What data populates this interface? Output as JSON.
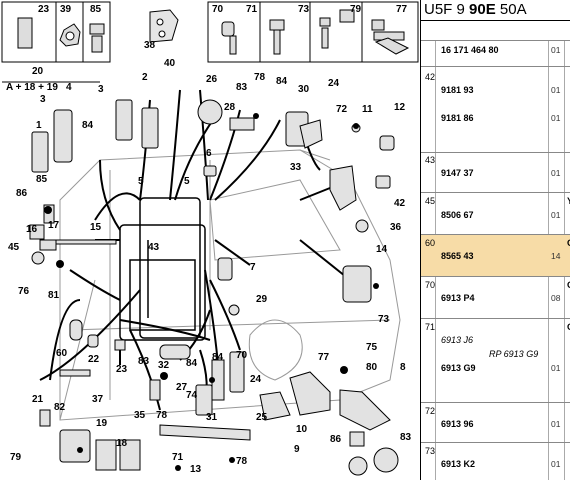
{
  "header": {
    "prefix": "U5F 9 ",
    "bold": "90E",
    "suffix": " 50A"
  },
  "rows": [
    {
      "idx": "",
      "code": "16 171 464 80",
      "qty": "01",
      "edge": ""
    },
    {
      "idx": "42",
      "code": "9181 93",
      "qty": "01",
      "edge": ""
    },
    {
      "idx": "",
      "code": "9181 86",
      "qty": "01",
      "edge": ""
    },
    {
      "idx": "43",
      "code": "9147 37",
      "qty": "01",
      "edge": ""
    },
    {
      "idx": "45",
      "code": "8506 67",
      "qty": "01",
      "edge": "Y"
    },
    {
      "idx": "60",
      "code": "8565 43",
      "qty": "14",
      "edge": "C"
    },
    {
      "idx": "70",
      "code": "6913 P4",
      "qty": "08",
      "edge": "C"
    },
    {
      "idx": "71",
      "code": "6913 J6",
      "rp": "RP 6913 G9",
      "code2": "6913 G9",
      "qty": "01",
      "edge": "C"
    },
    {
      "idx": "72",
      "code": "6913 96",
      "qty": "01",
      "edge": ""
    },
    {
      "idx": "73",
      "code": "6913 K2",
      "qty": "01",
      "edge": ""
    }
  ],
  "labels": {
    "23": "23",
    "39": "39",
    "85": "85",
    "70": "70",
    "71": "71",
    "73": "73",
    "77": "77",
    "79": "79",
    "38": "38",
    "40": "40",
    "20": "20",
    "formula": "A + 18 + 19",
    "1": "1",
    "2": "2",
    "3": "3",
    "4": "4",
    "84": "84",
    "26": "26",
    "83": "83",
    "78": "78",
    "28": "28",
    "30": "30",
    "24": "24",
    "72": "72",
    "11": "11",
    "12": "12",
    "6": "6",
    "5": "5",
    "33": "33",
    "42": "42",
    "36": "36",
    "86": "86",
    "17": "17",
    "15": "15",
    "16": "16",
    "45": "45",
    "76": "76",
    "81": "81",
    "43": "43",
    "7": "7",
    "14": "14",
    "29": "29",
    "60": "60",
    "22": "22",
    "32": "32",
    "27": "27",
    "74": "74",
    "75": "75",
    "80": "80",
    "8": "8",
    "37": "37",
    "35": "35",
    "21": "21",
    "82": "82",
    "19": "19",
    "18": "18",
    "13": "13",
    "31": "31",
    "25": "25",
    "9": "9",
    "10": "10"
  }
}
